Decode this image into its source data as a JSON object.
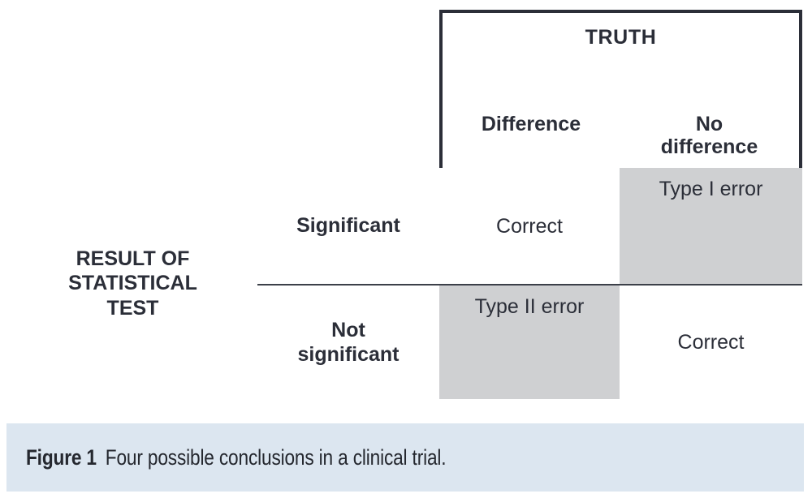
{
  "figure": {
    "caption_label": "Figure 1",
    "caption_text": "Four possible conclusions in a clinical trial.",
    "caption_background": "#dce6f0"
  },
  "table": {
    "truth_header": "TRUTH",
    "column_headers": [
      "Difference",
      "No\ndifference"
    ],
    "row_group_header": "RESULT OF\nSTATISTICAL\nTEST",
    "row_headers": [
      "Significant",
      "Not\nsignificant"
    ],
    "cells": {
      "significant_difference": "Correct",
      "significant_no_difference": "Type I error",
      "not_significant_difference": "Type II error",
      "not_significant_no_difference": "Correct"
    },
    "colors": {
      "border": "#2b2e38",
      "inner_border": "#5a5e68",
      "text": "#2b2e38",
      "shaded_cell": "#cfd0d2",
      "cell_background": "#ffffff"
    },
    "shaded_cells": [
      "significant_no_difference",
      "not_significant_difference"
    ]
  }
}
